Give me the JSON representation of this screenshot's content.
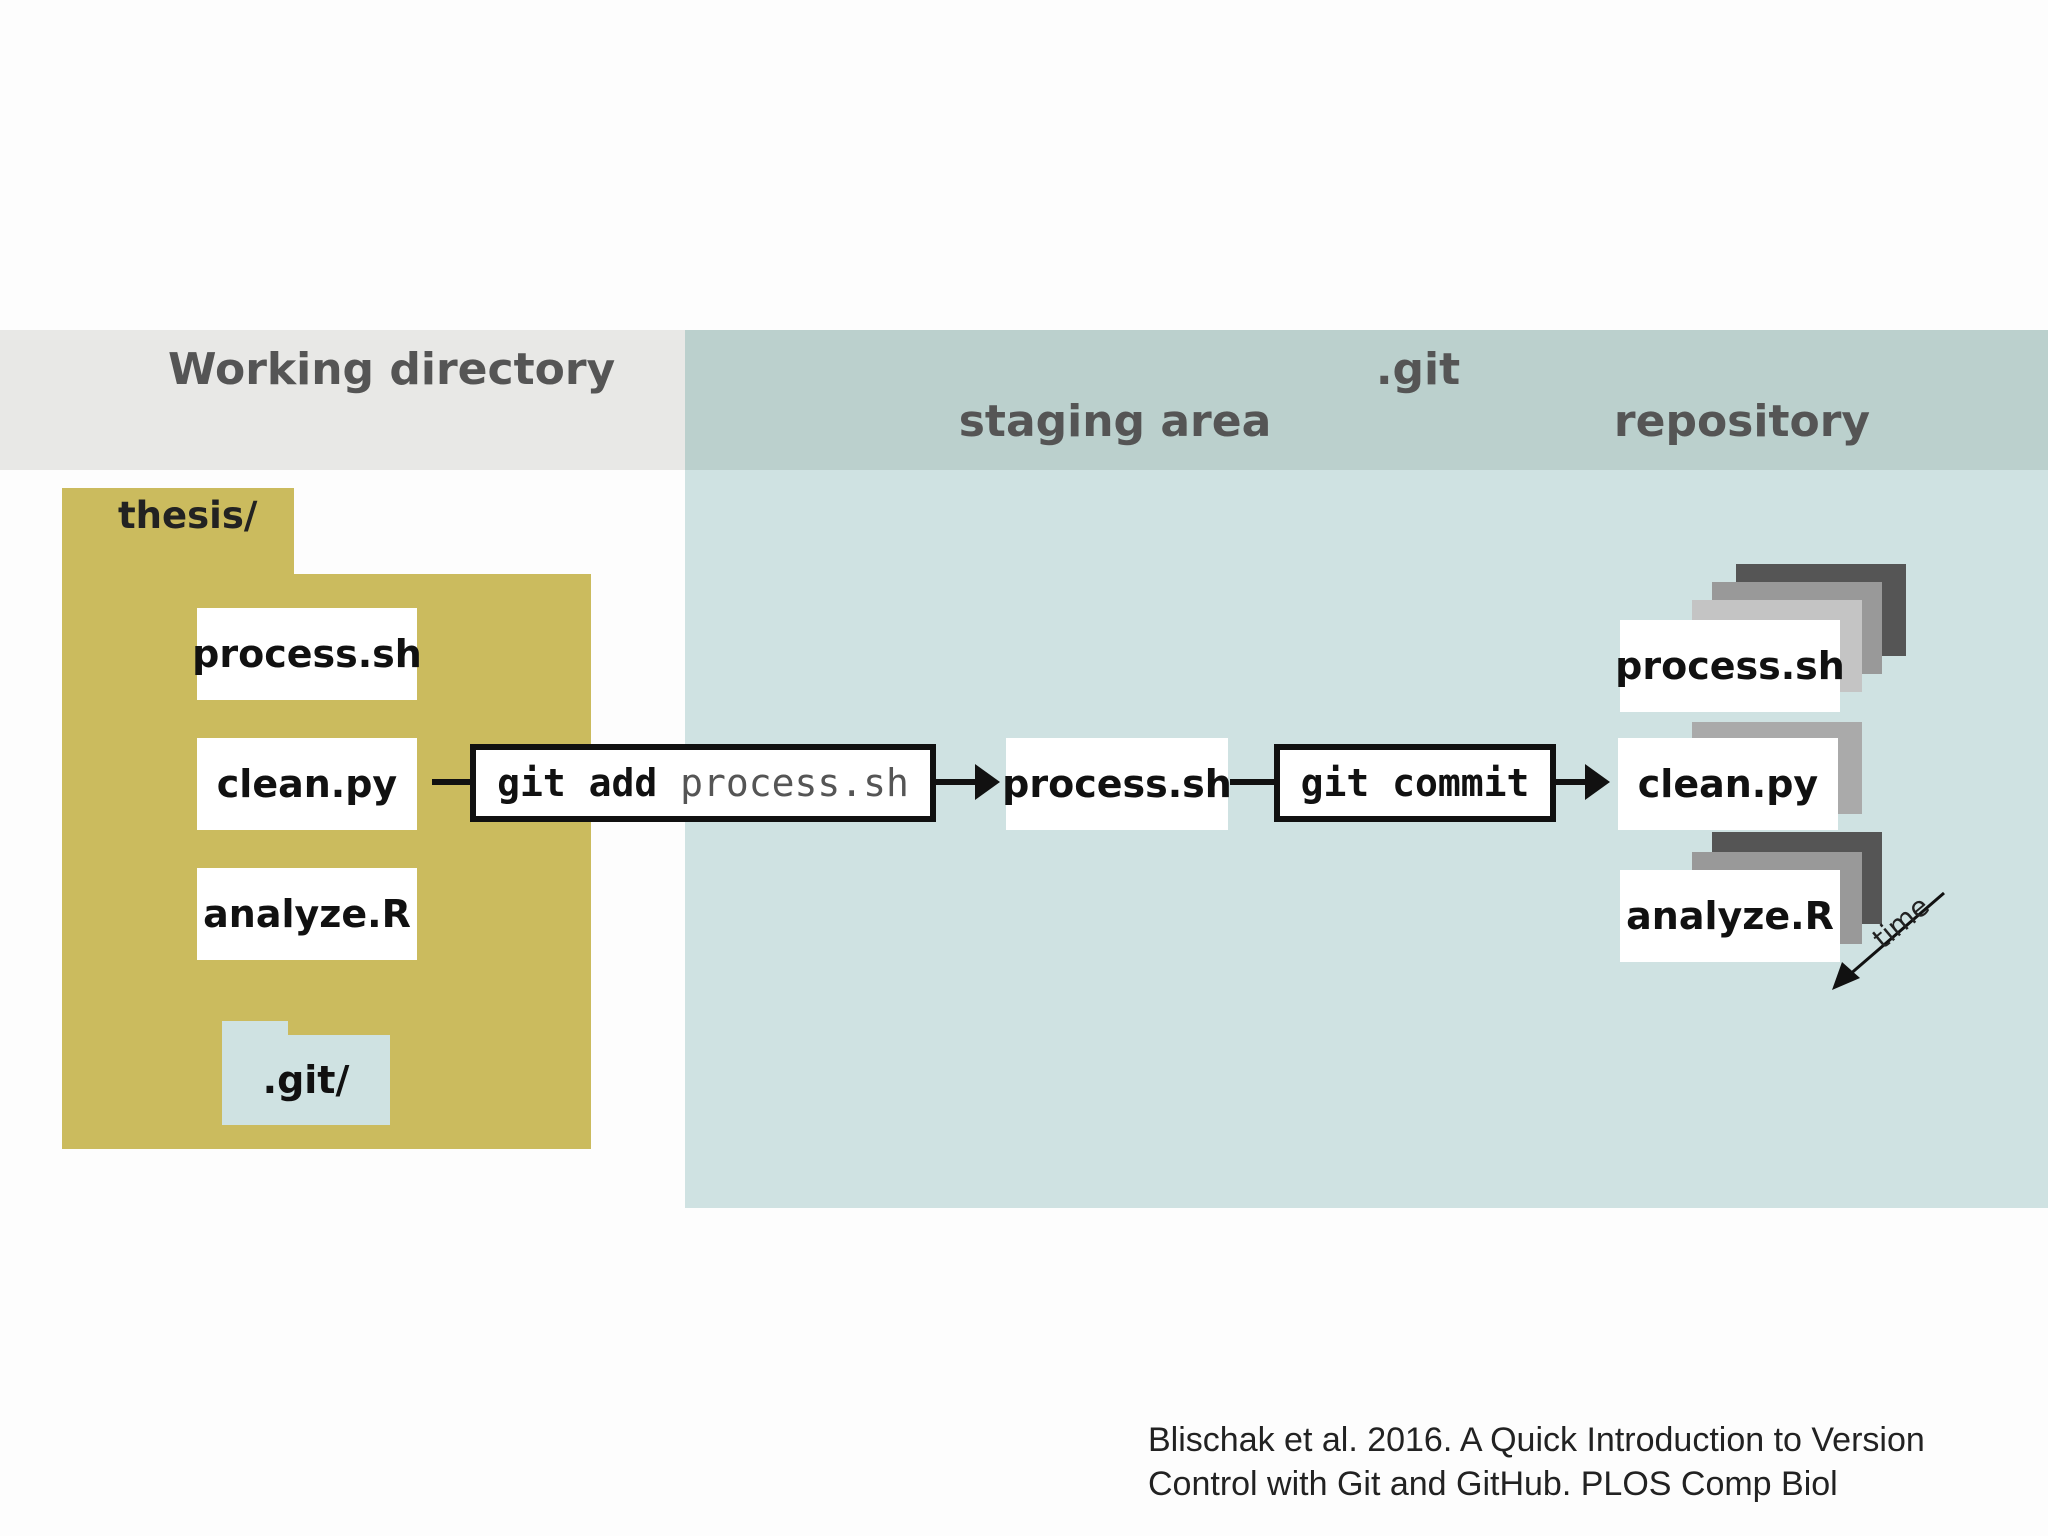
{
  "headers": {
    "working_directory": "Working directory",
    "git": ".git",
    "staging_area": "staging area",
    "repository": "repository"
  },
  "working_dir": {
    "folder_label": "thesis/",
    "files": [
      "process.sh",
      "clean.py",
      "analyze.R"
    ],
    "git_folder": ".git/"
  },
  "commands": {
    "add_cmd": "git add",
    "add_arg": "process.sh",
    "commit_cmd": "git commit"
  },
  "staging": {
    "file": "process.sh"
  },
  "repository": {
    "files": [
      "process.sh",
      "clean.py",
      "analyze.R"
    ],
    "time_label": "time"
  },
  "citation": {
    "line1": "Blischak et al. 2016. A Quick Introduction to Version",
    "line2": "Control with Git and GitHub. PLOS Comp Biol"
  },
  "colors": {
    "folder": "#cbbb5e",
    "git_area": "#cfe2e2",
    "git_header": "#bbd0cd",
    "working_header": "#e8e8e6"
  }
}
